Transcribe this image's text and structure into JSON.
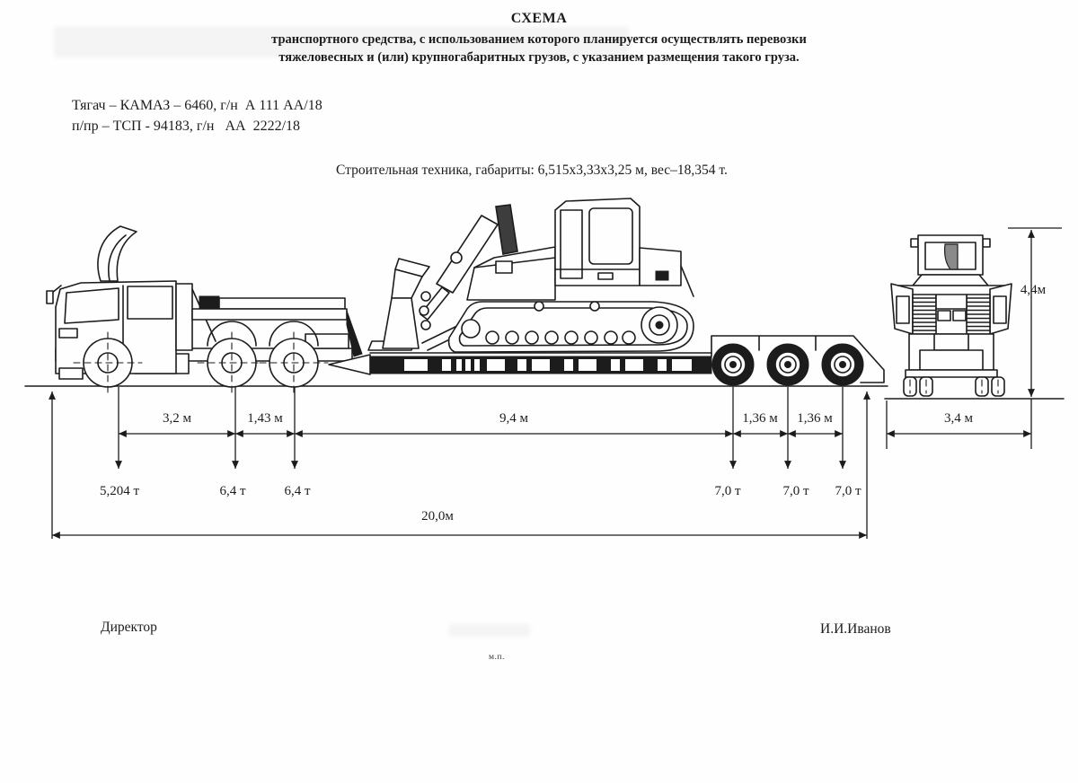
{
  "header": {
    "title": "СХЕМА",
    "subtitle1": "транспортного  средства, с использованием которого планируется осуществлять перевозки",
    "subtitle2": "тяжеловесных и (или) крупногабаритных грузов, с указанием размещения такого груза."
  },
  "vehicle_info": {
    "tractor": "Тягач – КАМАЗ – 6460, г/н  А 111 АА/18",
    "semitrailer": "п/пр – ТСП - 94183, г/н   АА  2222/18",
    "cargo": "Строительная техника,  габариты: 6,515х3,33х3,25 м, вес–18,354 т."
  },
  "diagram": {
    "axle_spacing_labels": [
      "3,2 м",
      "1,43 м",
      "9,4 м",
      "1,36 м",
      "1,36 м"
    ],
    "axle_load_labels": [
      "5,204 т",
      "6,4 т",
      "6,4 т",
      "7,0 т",
      "7,0 т",
      "7,0 т"
    ],
    "overall_length_label": "20,0м",
    "cargo_width_label": "3,4 м",
    "cargo_height_label": "4,4м"
  },
  "footer": {
    "director_label": "Директор",
    "signature_name": "И.И.Иванов",
    "stamp_label": "м.п."
  },
  "colors": {
    "ink": "#1c1c1c",
    "paper": "#fefefe"
  }
}
